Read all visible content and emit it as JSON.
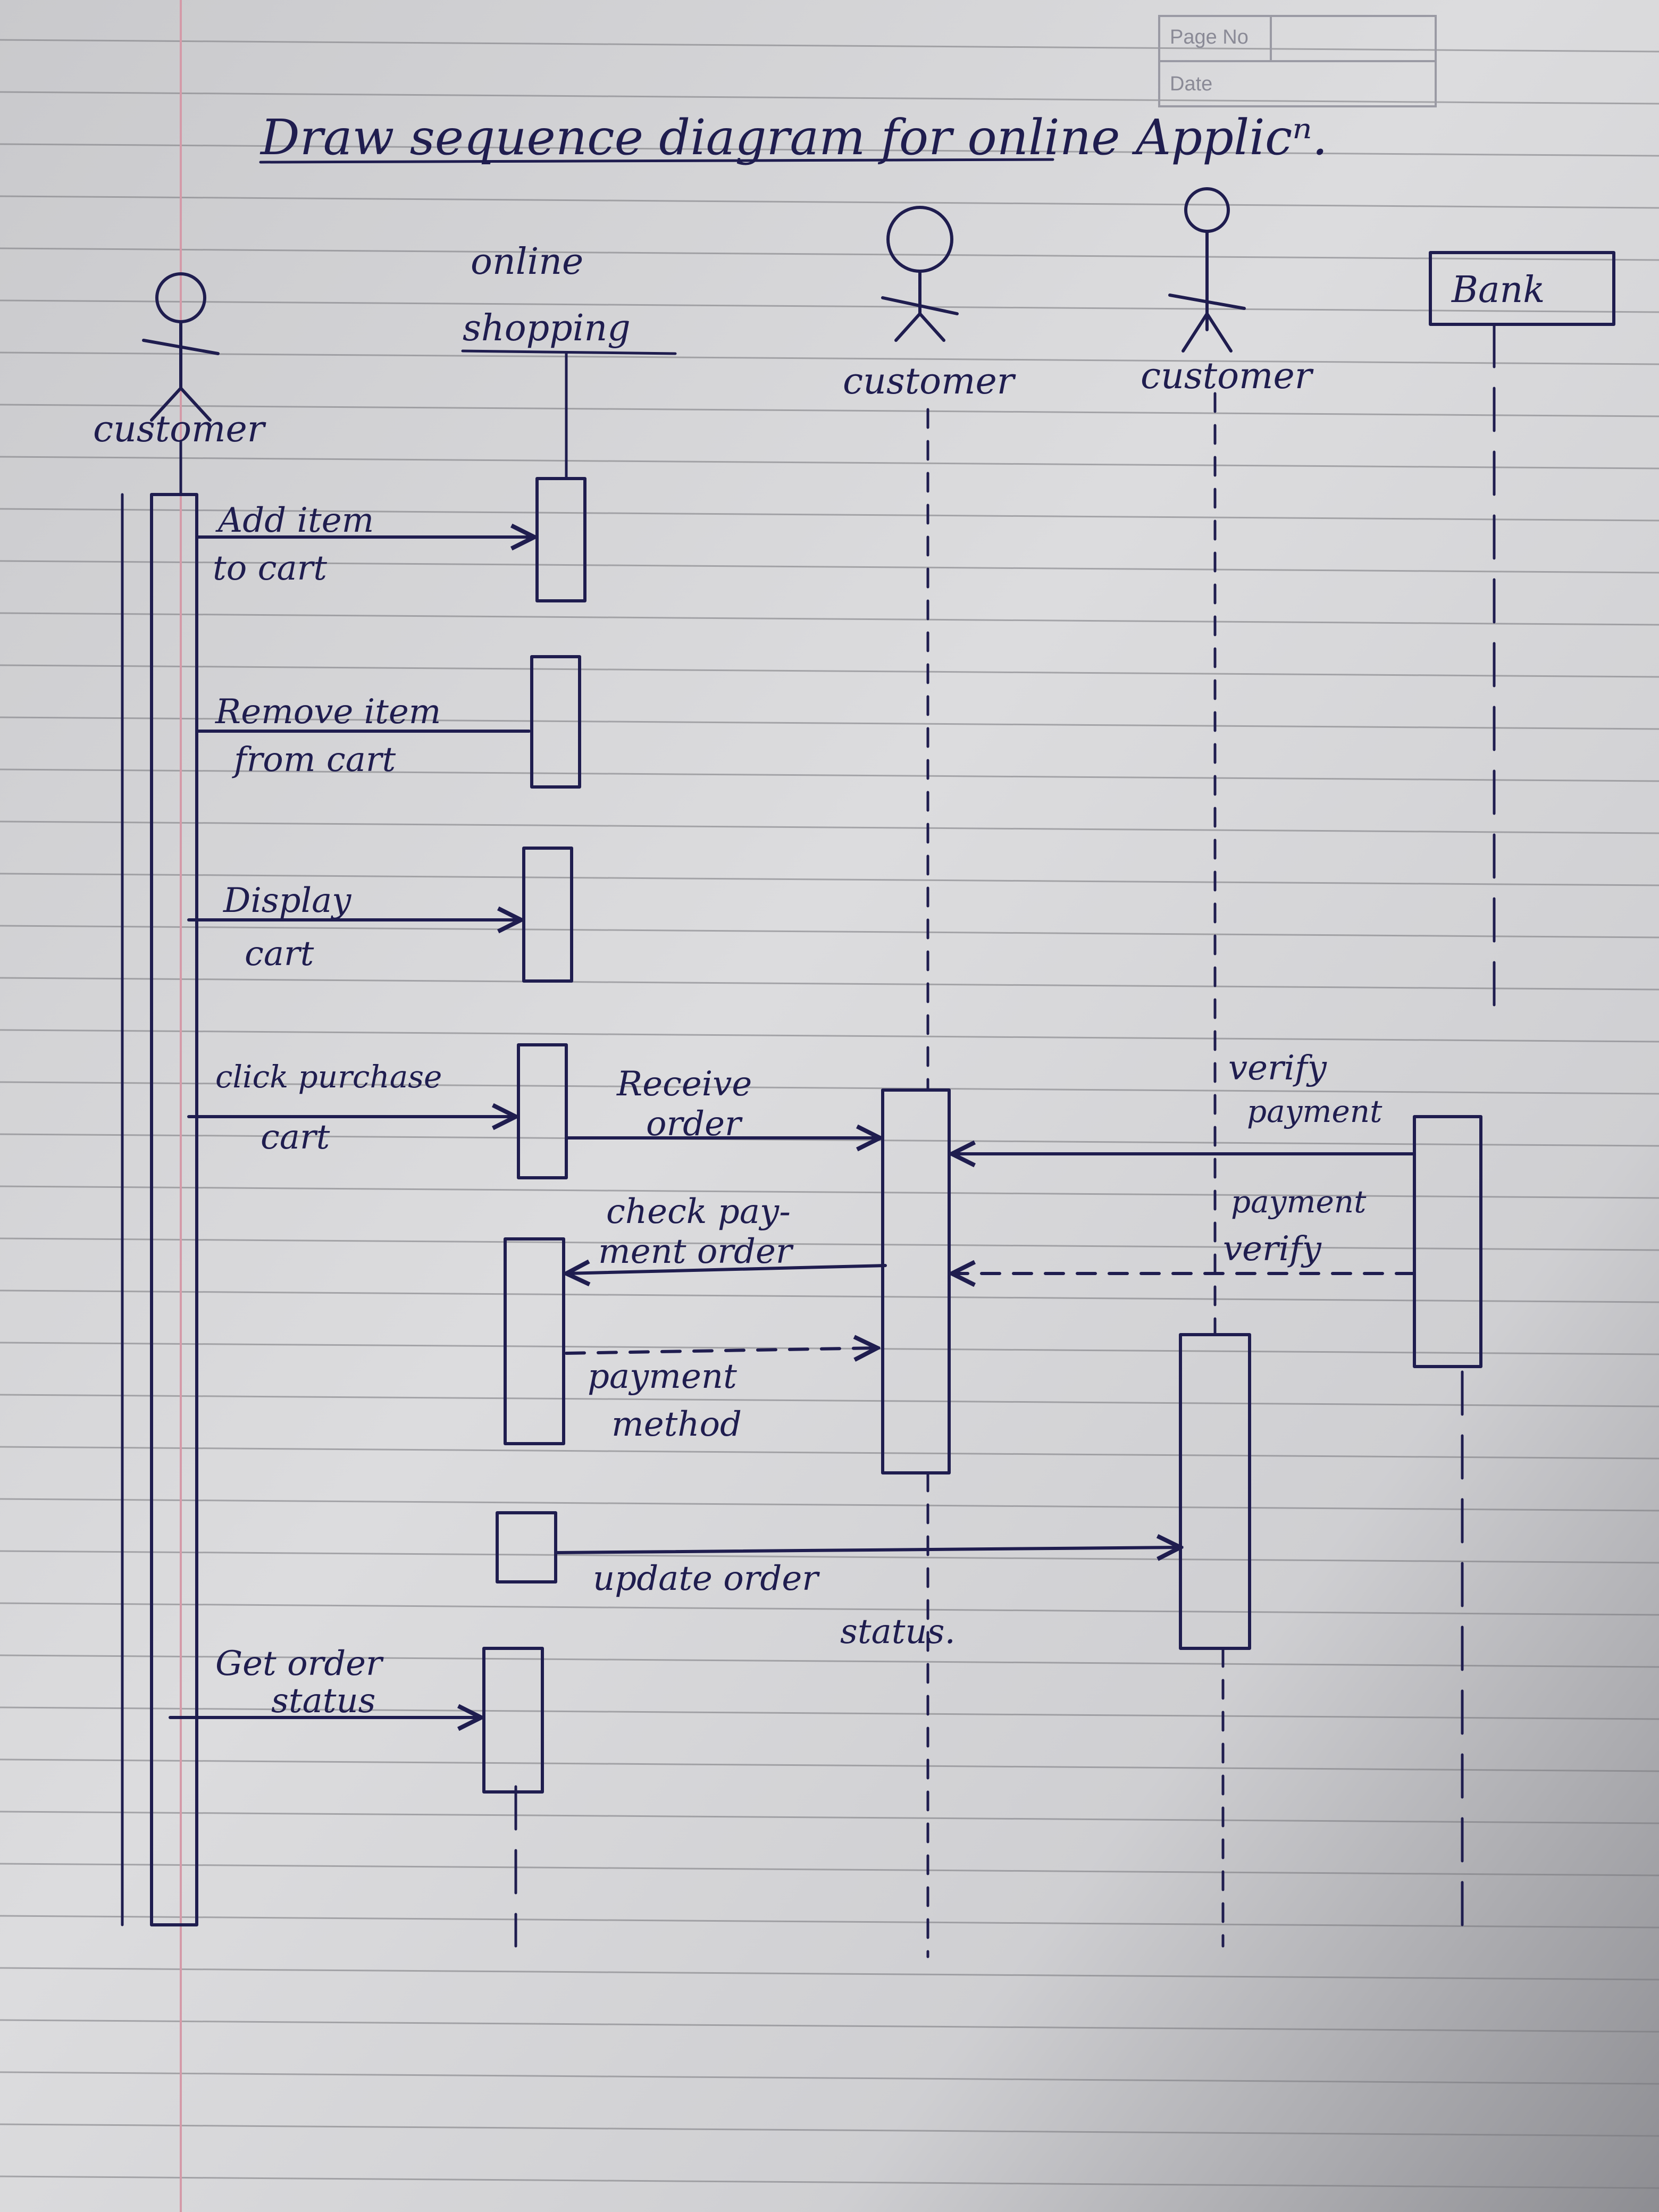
{
  "stamp": {
    "page_no": "Page No",
    "date": "Date"
  },
  "title": "Draw sequence diagram for online Applicⁿ.",
  "participants": {
    "customer_left": "customer",
    "online_shopping_line1": "online",
    "online_shopping_line2": "shopping",
    "customer_mid": "customer",
    "customer_right": "customer",
    "bank": "Bank"
  },
  "messages": {
    "add_item_1": "Add item",
    "add_item_2": "to cart",
    "remove_item_1": "Remove item",
    "remove_item_2": "from cart",
    "display_cart_1": "Display",
    "display_cart_2": "cart",
    "click_purchase_1": "click purchase",
    "click_purchase_2": "cart",
    "receive_order_1": "Receive",
    "receive_order_2": "order",
    "check_payment_1": "check pay-",
    "check_payment_2": "ment order",
    "payment_method_1": "payment",
    "payment_method_2": "method",
    "verify_payment_1": "verify",
    "verify_payment_2": "payment",
    "payment_verify_1": "payment",
    "payment_verify_2": "verify",
    "update_order_1": "update order",
    "update_order_2": "status.",
    "get_order_1": "Get order",
    "get_order_2": "status"
  }
}
